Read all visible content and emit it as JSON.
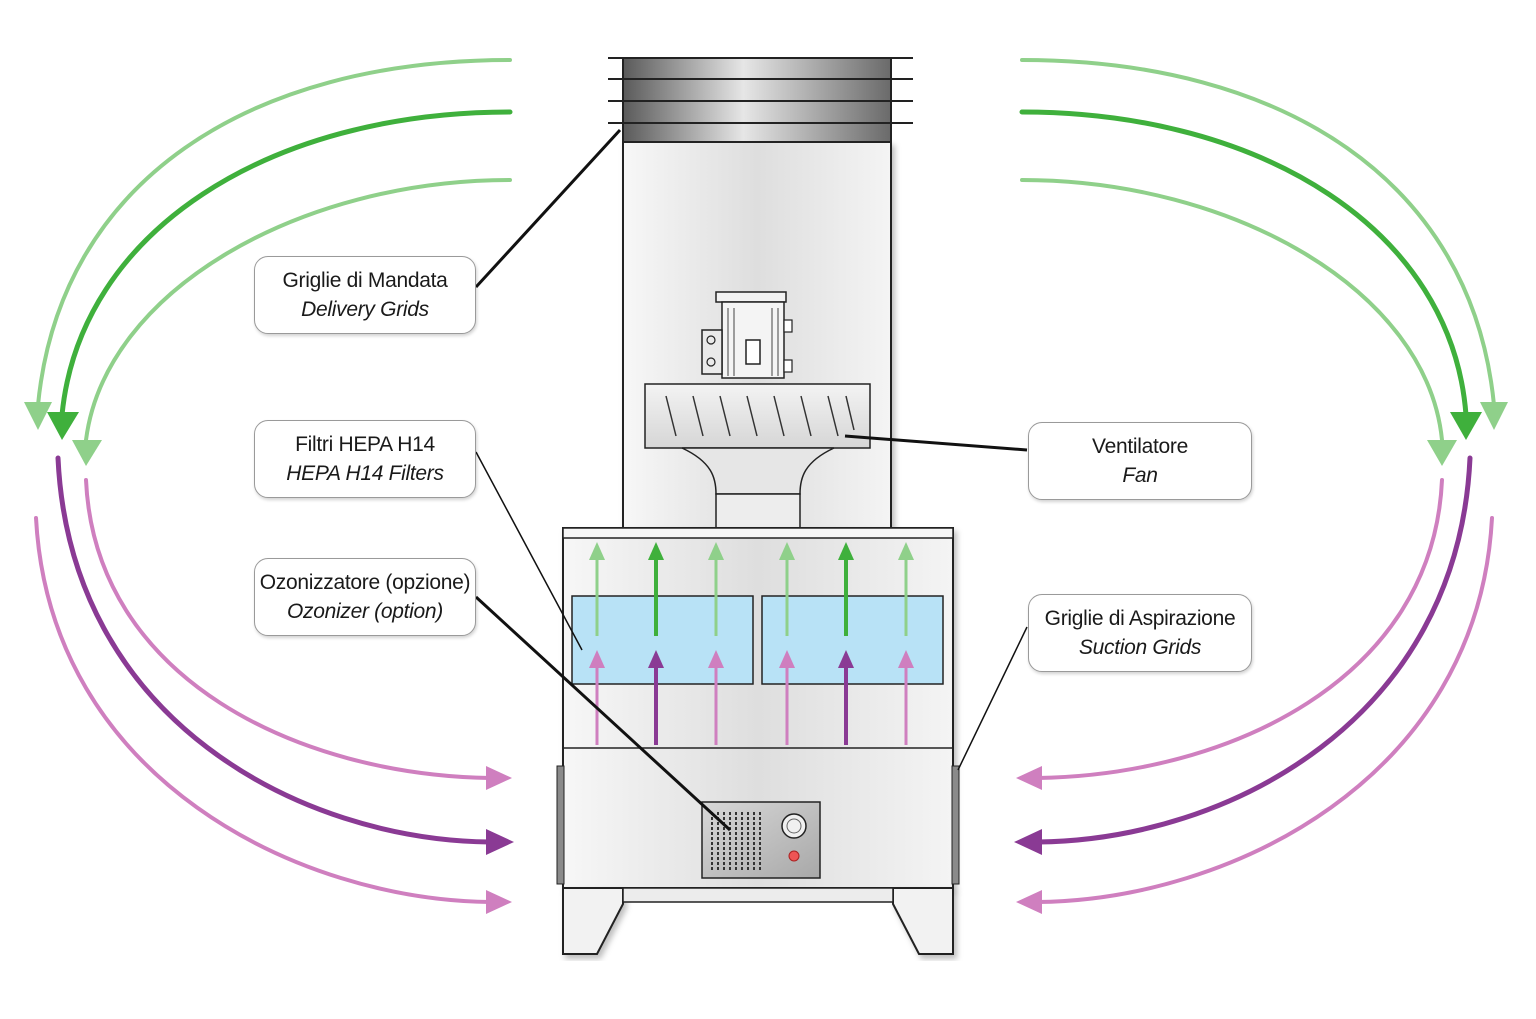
{
  "colors": {
    "green_light": "#8fd08a",
    "green_dark": "#3fb03c",
    "purple_light": "#cf7fbf",
    "purple_dark": "#8a3a94",
    "hepa_filter": "#b8e2f6",
    "cabinet": "#ececec",
    "outline": "#222222"
  },
  "labels": {
    "delivery": {
      "it": "Griglie di Mandata",
      "en": "Delivery Grids"
    },
    "hepa": {
      "it": "Filtri HEPA H14",
      "en": "HEPA H14 Filters"
    },
    "ozonizer": {
      "it": "Ozonizzatore (opzione)",
      "en": "Ozonizer (option)"
    },
    "fan": {
      "it": "Ventilatore",
      "en": "Fan"
    },
    "suction": {
      "it": "Griglie di Aspirazione",
      "en": "Suction Grids"
    }
  },
  "icons": [
    "delivery-grid-icon",
    "fan-motor-icon",
    "fan-impeller-icon",
    "hepa-filter-icon",
    "ozonizer-unit-icon",
    "airflow-arrow-icon"
  ]
}
